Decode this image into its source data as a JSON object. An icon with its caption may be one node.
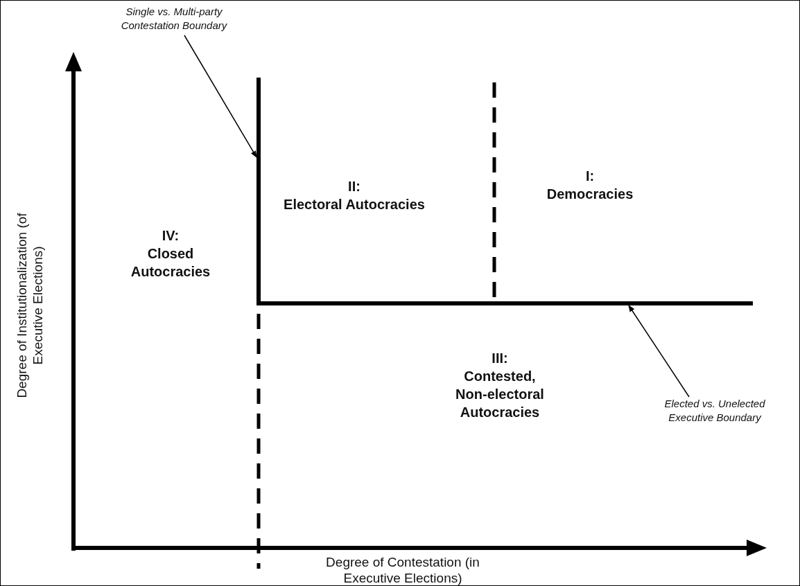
{
  "diagram": {
    "nodes": [
      {
        "text": [
          "Single vs. Multi-party Contestation Boundary"
        ]
      },
      {
        "text": [],
        "shape": "bar"
      },
      {
        "text": [],
        "shape": "bar"
      },
      {
        "text": [
          "Elected vs. Unelected Executive Boundary"
        ]
      }
    ],
    "edges": [
      {
        "from": 0,
        "to": 1,
        "arrow": "to"
      },
      {
        "from": 3,
        "to": 2,
        "arrow": "to"
      }
    ],
    "labels": [
      "II:",
      "Electoral Autocracies",
      "I:",
      "Democracies",
      "IV:",
      "Closed Autocracies",
      "III:",
      "Contested, Non-electoral Autocracies",
      "Degree of Institutionalization (of Executive Elections)",
      "Degree of Contestation (in Executive Elections)"
    ]
  }
}
